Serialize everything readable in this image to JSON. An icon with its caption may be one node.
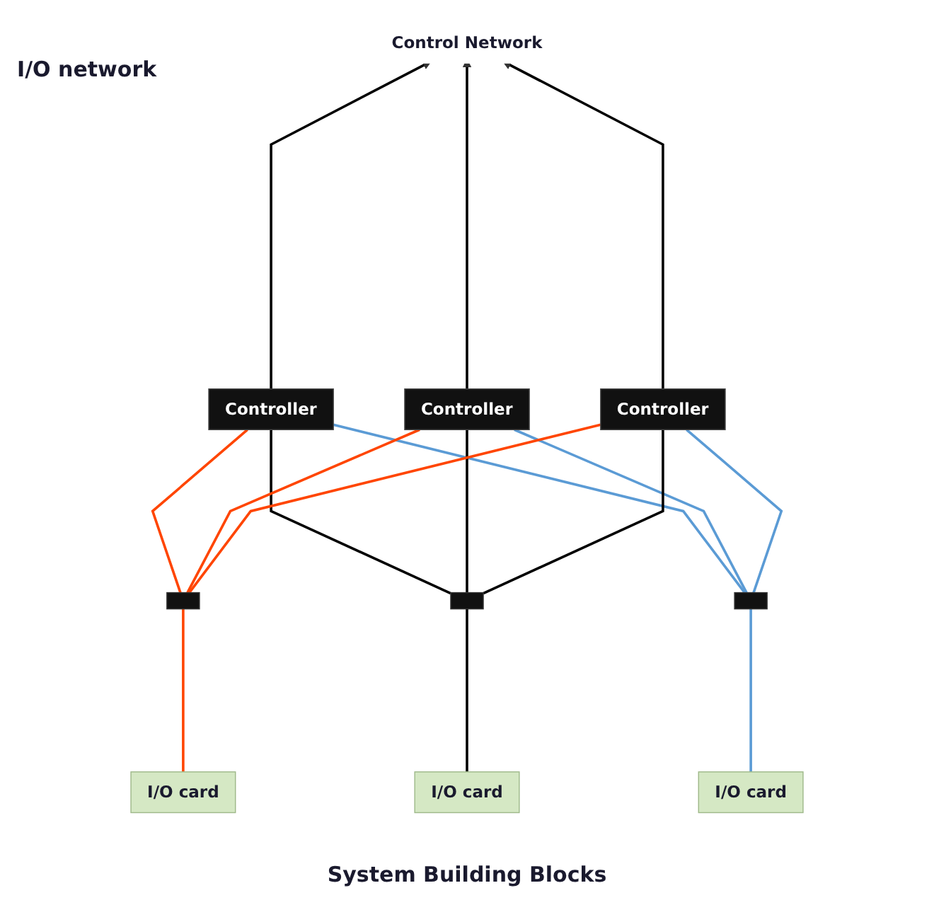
{
  "diagram": {
    "caption": "System Building Blocks",
    "nodes": [
      {
        "text": [
          "Control Network"
        ]
      },
      {
        "text": [
          "Controller"
        ]
      },
      {
        "text": [
          "Controller"
        ]
      },
      {
        "text": [
          "Controller"
        ]
      },
      {
        "text": [],
        "shape": "box"
      },
      {
        "text": [],
        "shape": "box"
      },
      {
        "text": [],
        "shape": "box"
      },
      {
        "text": [
          "I/O card"
        ]
      },
      {
        "text": [
          "I/O card"
        ]
      },
      {
        "text": [
          "I/O card"
        ]
      }
    ],
    "edges": [
      {
        "from": 1,
        "to": 0,
        "arrow": "to"
      },
      {
        "from": 2,
        "to": 0,
        "arrow": "to"
      },
      {
        "from": 3,
        "to": 0,
        "arrow": "to"
      },
      {
        "from": 1,
        "to": 4,
        "arrow": "none",
        "color": "#ff4500"
      },
      {
        "from": 1,
        "to": 5,
        "arrow": "none"
      },
      {
        "from": 1,
        "to": 6,
        "arrow": "none",
        "color": "#5b9bd5"
      },
      {
        "from": 2,
        "to": 4,
        "arrow": "none",
        "color": "#ff4500"
      },
      {
        "from": 2,
        "to": 5,
        "arrow": "none"
      },
      {
        "from": 2,
        "to": 6,
        "arrow": "none",
        "color": "#5b9bd5"
      },
      {
        "from": 3,
        "to": 4,
        "arrow": "none",
        "color": "#ff4500"
      },
      {
        "from": 3,
        "to": 5,
        "arrow": "none"
      },
      {
        "from": 3,
        "to": 6,
        "arrow": "none",
        "color": "#5b9bd5"
      },
      {
        "from": 4,
        "to": 7,
        "arrow": "none",
        "color": "#ff4500"
      },
      {
        "from": 5,
        "to": 8,
        "arrow": "none"
      },
      {
        "from": 6,
        "to": 9,
        "arrow": "none",
        "color": "#5b9bd5"
      }
    ],
    "labels": [
      "I/O network"
    ]
  }
}
